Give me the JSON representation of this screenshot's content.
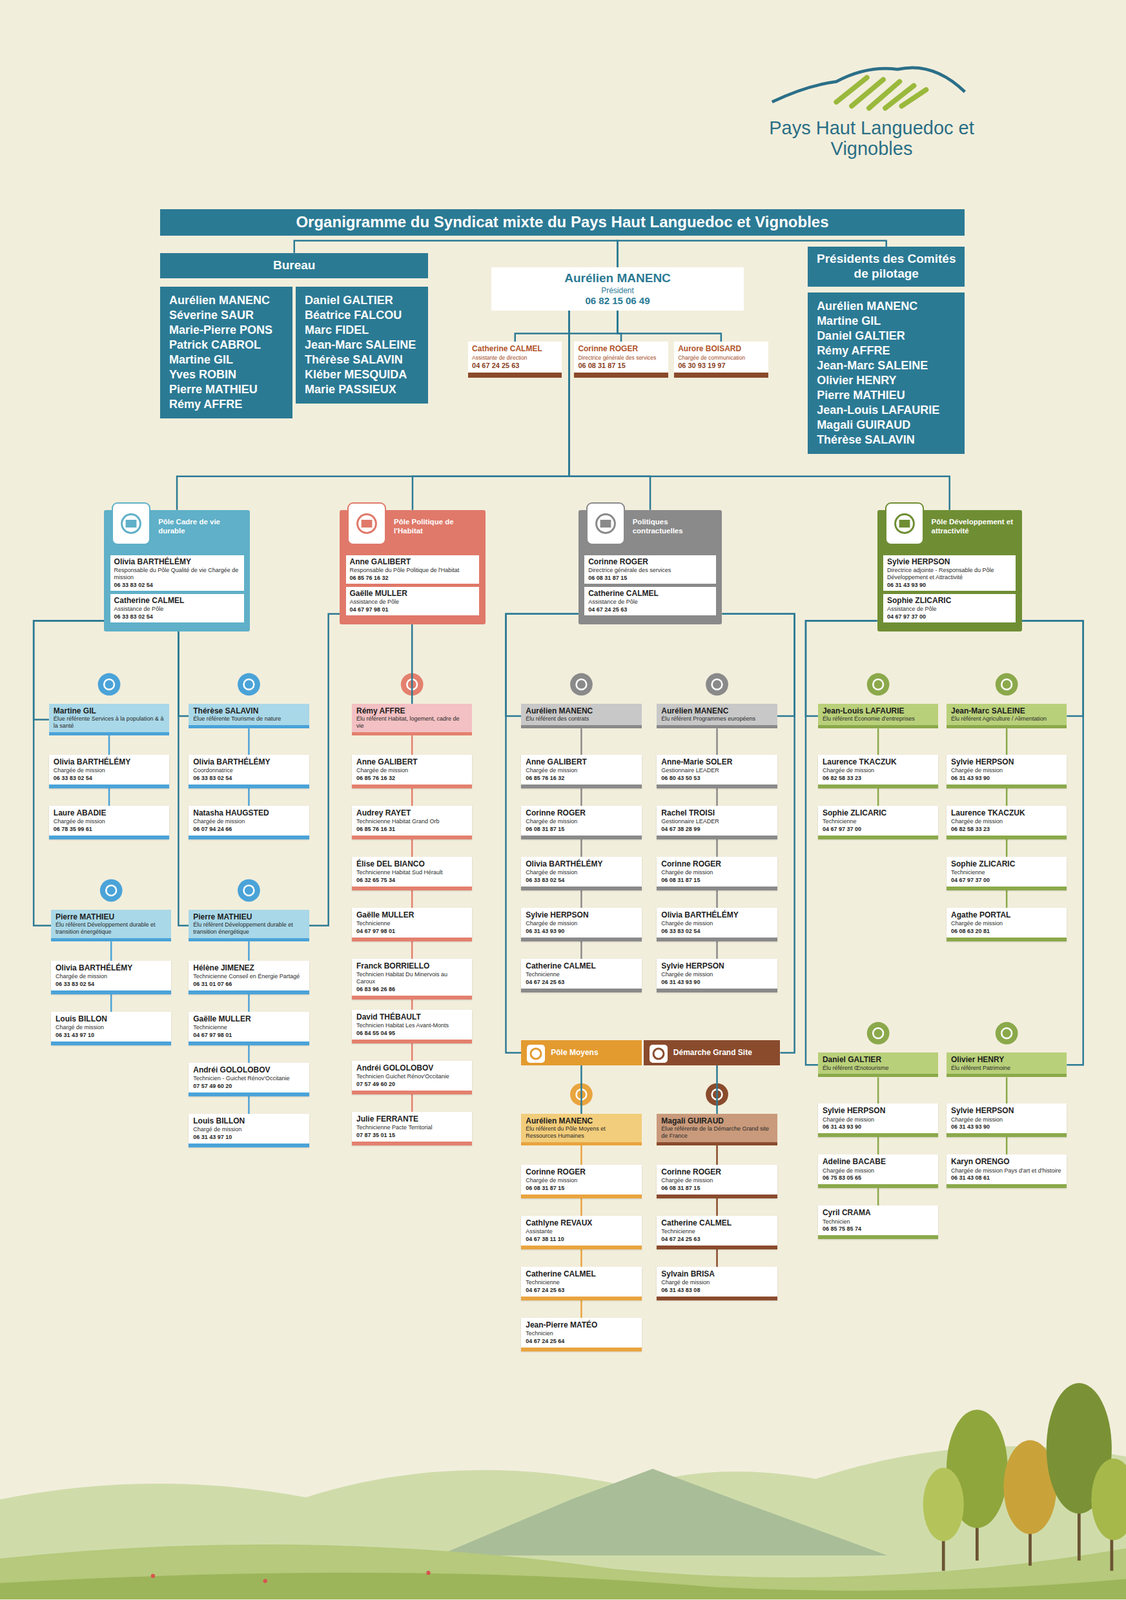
{
  "diagram": {
    "title": "Organigramme du Syndicat mixte du Pays Haut Languedoc et Vignobles",
    "nodes": [
      {
        "text": [
          "Bureau"
        ]
      },
      {
        "text": [
          "Aurélien MANENC",
          "Séverine SAUR",
          "Marie-Pierre PONS",
          "Patrick CABROL",
          "Martine GIL",
          "Yves ROBIN",
          "Pierre MATHIEU",
          "Rémy AFFRE"
        ]
      },
      {
        "text": [
          "Daniel GALTIER",
          "Béatrice FALCOU",
          "Marc FIDEL",
          "Jean-Marc SALEINE",
          "Thérèse SALAVIN",
          "Kléber MESQUIDA",
          "Marie PASSIEUX"
        ]
      },
      {
        "text": [
          "Aurélien MANENC",
          "Président",
          "06 82 15 06 49"
        ]
      },
      {
        "text": [
          "Catherine CALMEL",
          "Assistante de direction",
          "04 67 24 25 63"
        ]
      },
      {
        "text": [
          "Corinne ROGER",
          "Directrice générale des services",
          "06 08 31 87 15"
        ]
      },
      {
        "text": [
          "Aurore BOISARD",
          "Chargée de communication",
          "06 30 93 19 97"
        ]
      },
      {
        "text": [
          "Présidents des Comités de pilotage"
        ]
      },
      {
        "text": [
          "Aurélien MANENC",
          "Martine GIL",
          "Daniel GALTIER",
          "Rémy AFFRE",
          "Jean-Marc SALEINE",
          "Olivier HENRY",
          "Pierre MATHIEU",
          "Jean-Louis LAFAURIE",
          "Magali GUIRAUD",
          "Thérèse SALAVIN"
        ]
      },
      {
        "text": [
          "Pôle Cadre de vie durable"
        ]
      },
      {
        "text": [
          "Olivia BARTHÉLÉMY",
          "Responsable du Pôle Qualité de vie Chargée de mission",
          "06 33 83 02 54"
        ],
        "in": 9
      },
      {
        "text": [
          "Catherine CALMEL",
          "Assistance de Pôle",
          "06 33 83 02 54"
        ],
        "in": 9
      },
      {
        "text": [
          "Pôle Politique de l'Habitat"
        ]
      },
      {
        "text": [
          "Anne GALIBERT",
          "Responsable du Pôle Politique de l'Habitat",
          "06 85 76 16 32"
        ],
        "in": 12
      },
      {
        "text": [
          "Gaëlle MULLER",
          "Assistance de Pôle",
          "04 67 97 98 01"
        ],
        "in": 12
      },
      {
        "text": [
          "Politiques contractuelles"
        ]
      },
      {
        "text": [
          "Corinne ROGER",
          "Directrice générale des services",
          "06 08 31 87 15"
        ],
        "in": 15
      },
      {
        "text": [
          "Catherine CALMEL",
          "Assistance de Pôle",
          "04 67 24 25 63"
        ],
        "in": 15
      },
      {
        "text": [
          "Pôle Développement et attractivité"
        ]
      },
      {
        "text": [
          "Sylvie HERPSON",
          "Directrice adjointe - Responsable du Pôle Développement et Attractivité",
          "06 31 43 93 90"
        ],
        "in": 18
      },
      {
        "text": [
          "Sophie ZLICARIC",
          "Assistance de Pôle",
          "04 67 97 37 00"
        ],
        "in": 18
      },
      {
        "text": [
          "Martine GIL",
          "Élue référente Services à la population & à la santé"
        ]
      },
      {
        "text": [
          "Olivia BARTHÉLÉMY",
          "Chargée de mission",
          "06 33 83 02 54"
        ]
      },
      {
        "text": [
          "Laure ABADIE",
          "Chargée de mission",
          "06 78 35 99 61"
        ]
      },
      {
        "text": [
          "Thérèse SALAVIN",
          "Élue référente Tourisme de nature"
        ]
      },
      {
        "text": [
          "Olivia BARTHÉLÉMY",
          "Coordonnatrice",
          "06 33 83 02 54"
        ]
      },
      {
        "text": [
          "Natasha HAUGSTED",
          "Chargée de mission",
          "06 07 94 24 66"
        ]
      },
      {
        "text": [
          "Pierre MATHIEU",
          "Élu référent Développement durable et transition énergétique"
        ]
      },
      {
        "text": [
          "Olivia BARTHÉLÉMY",
          "Chargée de mission",
          "06 33 83 02 54"
        ]
      },
      {
        "text": [
          "Louis BILLON",
          "Chargé de mission",
          "06 31 43 97 10"
        ]
      },
      {
        "text": [
          "Pierre MATHIEU",
          "Élu référent Développement durable et transition énergétique"
        ]
      },
      {
        "text": [
          "Hélène JIMENEZ",
          "Technicienne Conseil en Énergie Partagé",
          "06 31 01 07 66"
        ]
      },
      {
        "text": [
          "Gaëlle MULLER",
          "Technicienne",
          "04 67 97 98 01"
        ]
      },
      {
        "text": [
          "Andréi GOLOLOBOV",
          "Technicien - Guichet Rénov'Occitanie",
          "07 57 49 60 20"
        ]
      },
      {
        "text": [
          "Louis BILLON",
          "Chargé de mission",
          "06 31 43 97 10"
        ]
      },
      {
        "text": [
          "Rémy AFFRE",
          "Élu référent Habitat, logement, cadre de vie"
        ]
      },
      {
        "text": [
          "Anne GALIBERT",
          "Chargée de mission",
          "06 85 76 16 32"
        ]
      },
      {
        "text": [
          "Audrey RAYET",
          "Technicienne Habitat Grand Orb",
          "06 85 76 16 31"
        ]
      },
      {
        "text": [
          "Élise DEL BIANCO",
          "Technicienne Habitat Sud Hérault",
          "06 32 65 75 34"
        ]
      },
      {
        "text": [
          "Gaëlle MULLER",
          "Technicienne",
          "04 67 97 98 01"
        ]
      },
      {
        "text": [
          "Franck BORRIELLO",
          "Technicien Habitat Du Minervois au Caroux",
          "06 83 96 26 86"
        ]
      },
      {
        "text": [
          "David THÉBAULT",
          "Technicien Habitat Les Avant-Monts",
          "06 84 55 04 95"
        ]
      },
      {
        "text": [
          "Andréi GOLOLOBOV",
          "Technicien Guichet Rénov'Occitanie",
          "07 57 49 60 20"
        ]
      },
      {
        "text": [
          "Julie FERRANTE",
          "Technicienne Pacte Territorial",
          "07 87 35 01 15"
        ]
      },
      {
        "text": [
          "Aurélien MANENC",
          "Élu référent des contrats"
        ]
      },
      {
        "text": [
          "Anne GALIBERT",
          "Chargée de mission",
          "06 85 76 16 32"
        ]
      },
      {
        "text": [
          "Corinne ROGER",
          "Chargée de mission",
          "06 08 31 87 15"
        ]
      },
      {
        "text": [
          "Olivia BARTHÉLÉMY",
          "Chargée de mission",
          "06 33 83 02 54"
        ]
      },
      {
        "text": [
          "Sylvie HERPSON",
          "Chargée de mission",
          "06 31 43 93 90"
        ]
      },
      {
        "text": [
          "Catherine CALMEL",
          "Technicienne",
          "04 67 24 25 63"
        ]
      },
      {
        "text": [
          "Aurélien MANENC",
          "Élu référent Programmes européens"
        ]
      },
      {
        "text": [
          "Anne-Marie SOLER",
          "Gestionnaire LEADER",
          "06 80 43 50 53"
        ]
      },
      {
        "text": [
          "Rachel TROISI",
          "Gestionnaire LEADER",
          "04 67 38 28 99"
        ]
      },
      {
        "text": [
          "Corinne ROGER",
          "Chargée de mission",
          "06 08 31 87 15"
        ]
      },
      {
        "text": [
          "Olivia BARTHÉLÉMY",
          "Chargée de mission",
          "06 33 83 02 54"
        ]
      },
      {
        "text": [
          "Sylvie HERPSON",
          "Chargée de mission",
          "06 31 43 93 90"
        ]
      },
      {
        "text": [
          "Pôle Moyens"
        ]
      },
      {
        "text": [
          "Aurélien MANENC",
          "Élu référent du Pôle Moyens et Ressources Humaines"
        ]
      },
      {
        "text": [
          "Corinne ROGER",
          "Chargée de mission",
          "06 08 31 87 15"
        ]
      },
      {
        "text": [
          "Cathlyne REVAUX",
          "Assistante",
          "04 67 38 11 10"
        ]
      },
      {
        "text": [
          "Catherine CALMEL",
          "Technicienne",
          "04 67 24 25 63"
        ]
      },
      {
        "text": [
          "Jean-Pierre MATÉO",
          "Technicien",
          "04 67 24 25 64"
        ]
      },
      {
        "text": [
          "Démarche Grand Site"
        ]
      },
      {
        "text": [
          "Magali GUIRAUD",
          "Élue référente de la Démarche Grand site de France"
        ]
      },
      {
        "text": [
          "Corinne ROGER",
          "Chargée de mission",
          "06 08 31 87 15"
        ]
      },
      {
        "text": [
          "Catherine CALMEL",
          "Technicienne",
          "04 67 24 25 63"
        ]
      },
      {
        "text": [
          "Sylvain BRISA",
          "Chargé de mission",
          "06 31 43 83 08"
        ]
      },
      {
        "text": [
          "Jean-Louis LAFAURIE",
          "Élu référent Économie d'entreprises"
        ]
      },
      {
        "text": [
          "Laurence TKACZUK",
          "Chargée de mission",
          "06 82 58 33 23"
        ]
      },
      {
        "text": [
          "Sophie ZLICARIC",
          "Technicienne",
          "04 67 97 37 00"
        ]
      },
      {
        "text": [
          "Jean-Marc SALEINE",
          "Élu référent Agriculture / Alimentation"
        ]
      },
      {
        "text": [
          "Sylvie HERPSON",
          "Chargée de mission",
          "06 31 43 93 90"
        ]
      },
      {
        "text": [
          "Laurence TKACZUK",
          "Chargée de mission",
          "06 82 58 33 23"
        ]
      },
      {
        "text": [
          "Sophie ZLICARIC",
          "Technicienne",
          "04 67 97 37 00"
        ]
      },
      {
        "text": [
          "Agathe PORTAL",
          "Chargée de mission",
          "06 08 63 20 81"
        ]
      },
      {
        "text": [
          "Daniel GALTIER",
          "Élu référent Œnotourisme"
        ]
      },
      {
        "text": [
          "Sylvie HERPSON",
          "Chargée de mission",
          "06 31 43 93 90"
        ]
      },
      {
        "text": [
          "Adeline BACABE",
          "Chargée de mission",
          "06 75 83 05 65"
        ]
      },
      {
        "text": [
          "Cyril CRAMA",
          "Technicien",
          "06 85 75 85 74"
        ]
      },
      {
        "text": [
          "Olivier HENRY",
          "Élu référent Patrimoine"
        ]
      },
      {
        "text": [
          "Sylvie HERPSON",
          "Chargée de mission",
          "06 31 43 93 90"
        ]
      },
      {
        "text": [
          "Karyn ORENGO",
          "Chargée de mission Pays d'art et d'histoire",
          "06 31 43 08 61"
        ]
      }
    ],
    "edges": [
      {
        "from": 3,
        "to": 0,
        "arrow": "none"
      },
      {
        "from": 3,
        "to": 7,
        "arrow": "none"
      },
      {
        "from": 3,
        "to": 4,
        "arrow": "none"
      },
      {
        "from": 3,
        "to": 5,
        "arrow": "none"
      },
      {
        "from": 3,
        "to": 6,
        "arrow": "none"
      },
      {
        "from": 3,
        "to": 9,
        "arrow": "none"
      },
      {
        "from": 3,
        "to": 12,
        "arrow": "none"
      },
      {
        "from": 3,
        "to": 15,
        "arrow": "none"
      },
      {
        "from": 3,
        "to": 18,
        "arrow": "none"
      },
      {
        "from": 9,
        "to": 21,
        "arrow": "none"
      },
      {
        "from": 9,
        "to": 24,
        "arrow": "none"
      },
      {
        "from": 9,
        "to": 27,
        "arrow": "none"
      },
      {
        "from": 9,
        "to": 30,
        "arrow": "none"
      },
      {
        "from": 12,
        "to": 35,
        "arrow": "none"
      },
      {
        "from": 12,
        "to": 30,
        "arrow": "none"
      },
      {
        "from": 15,
        "to": 44,
        "arrow": "none"
      },
      {
        "from": 15,
        "to": 50,
        "arrow": "none"
      },
      {
        "from": 15,
        "to": 56,
        "arrow": "none"
      },
      {
        "from": 15,
        "to": 62,
        "arrow": "none"
      },
      {
        "from": 56,
        "to": 57,
        "arrow": "none"
      },
      {
        "from": 62,
        "to": 63,
        "arrow": "none"
      },
      {
        "from": 18,
        "to": 67,
        "arrow": "none"
      },
      {
        "from": 18,
        "to": 70,
        "arrow": "none"
      },
      {
        "from": 18,
        "to": 75,
        "arrow": "none"
      },
      {
        "from": 18,
        "to": 79,
        "arrow": "none"
      },
      {
        "from": 21,
        "to": 22,
        "arrow": "none"
      },
      {
        "from": 22,
        "to": 23,
        "arrow": "none"
      },
      {
        "from": 24,
        "to": 25,
        "arrow": "none"
      },
      {
        "from": 25,
        "to": 26,
        "arrow": "none"
      },
      {
        "from": 27,
        "to": 28,
        "arrow": "none"
      },
      {
        "from": 28,
        "to": 29,
        "arrow": "none"
      },
      {
        "from": 30,
        "to": 31,
        "arrow": "none"
      },
      {
        "from": 31,
        "to": 32,
        "arrow": "none"
      },
      {
        "from": 32,
        "to": 33,
        "arrow": "none"
      },
      {
        "from": 33,
        "to": 34,
        "arrow": "none"
      },
      {
        "from": 35,
        "to": 36,
        "arrow": "none"
      },
      {
        "from": 36,
        "to": 37,
        "arrow": "none"
      },
      {
        "from": 37,
        "to": 38,
        "arrow": "none"
      },
      {
        "from": 38,
        "to": 39,
        "arrow": "none"
      },
      {
        "from": 39,
        "to": 40,
        "arrow": "none"
      },
      {
        "from": 40,
        "to": 41,
        "arrow": "none"
      },
      {
        "from": 41,
        "to": 42,
        "arrow": "none"
      },
      {
        "from": 42,
        "to": 43,
        "arrow": "none"
      },
      {
        "from": 44,
        "to": 45,
        "arrow": "none"
      },
      {
        "from": 45,
        "to": 46,
        "arrow": "none"
      },
      {
        "from": 46,
        "to": 47,
        "arrow": "none"
      },
      {
        "from": 47,
        "to": 48,
        "arrow": "none"
      },
      {
        "from": 48,
        "to": 49,
        "arrow": "none"
      },
      {
        "from": 50,
        "to": 51,
        "arrow": "none"
      },
      {
        "from": 51,
        "to": 52,
        "arrow": "none"
      },
      {
        "from": 52,
        "to": 53,
        "arrow": "none"
      },
      {
        "from": 53,
        "to": 54,
        "arrow": "none"
      },
      {
        "from": 54,
        "to": 55,
        "arrow": "none"
      },
      {
        "from": 57,
        "to": 58,
        "arrow": "none"
      },
      {
        "from": 58,
        "to": 59,
        "arrow": "none"
      },
      {
        "from": 59,
        "to": 60,
        "arrow": "none"
      },
      {
        "from": 60,
        "to": 61,
        "arrow": "none"
      },
      {
        "from": 63,
        "to": 64,
        "arrow": "none"
      },
      {
        "from": 64,
        "to": 65,
        "arrow": "none"
      },
      {
        "from": 65,
        "to": 66,
        "arrow": "none"
      },
      {
        "from": 67,
        "to": 68,
        "arrow": "none"
      },
      {
        "from": 68,
        "to": 69,
        "arrow": "none"
      },
      {
        "from": 70,
        "to": 71,
        "arrow": "none"
      },
      {
        "from": 71,
        "to": 72,
        "arrow": "none"
      },
      {
        "from": 72,
        "to": 73,
        "arrow": "none"
      },
      {
        "from": 73,
        "to": 74,
        "arrow": "none"
      },
      {
        "from": 75,
        "to": 76,
        "arrow": "none"
      },
      {
        "from": 76,
        "to": 77,
        "arrow": "none"
      },
      {
        "from": 77,
        "to": 78,
        "arrow": "none"
      },
      {
        "from": 79,
        "to": 80,
        "arrow": "none"
      },
      {
        "from": 80,
        "to": 81,
        "arrow": "none"
      }
    ],
    "labels": [
      "Pays Haut Languedoc et Vignobles"
    ]
  }
}
